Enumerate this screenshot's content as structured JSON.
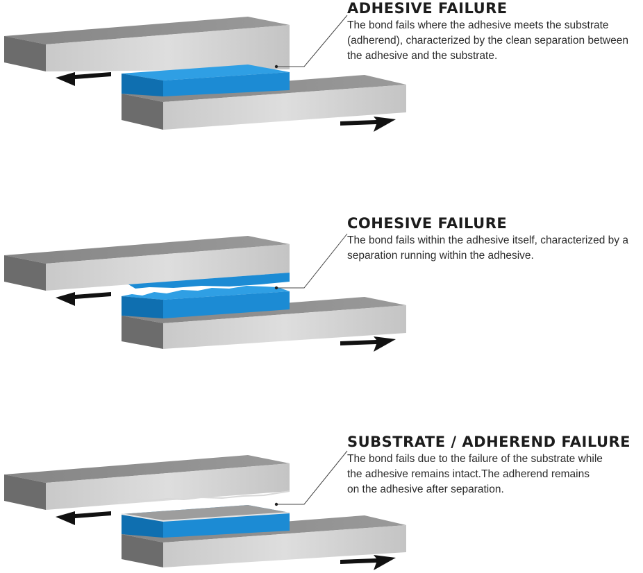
{
  "colors": {
    "adhesive": "#1e8ed6",
    "substrate_top": "#8e8e8e",
    "substrate_face": "#c6c6c6",
    "substrate_side": "#6a6a6a",
    "arrow": "#111111",
    "text": "#1c1c1c"
  },
  "panels": [
    {
      "id": "adhesive",
      "title": "ADHESIVE FAILURE",
      "description": "The bond fails where the adhesive meets the substrate (adherend), characterized by the clean separation between the adhesive and the substrate."
    },
    {
      "id": "cohesive",
      "title": "COHESIVE FAILURE",
      "description": "The bond fails within the adhesive itself, characterized by a separation running within the adhesive."
    },
    {
      "id": "substrate",
      "title": "SUBSTRATE / ADHEREND FAILURE",
      "description": "The bond fails due to the failure of the substrate while the adhesive remains intact.The adherend remains on the adhesive after separation."
    }
  ]
}
